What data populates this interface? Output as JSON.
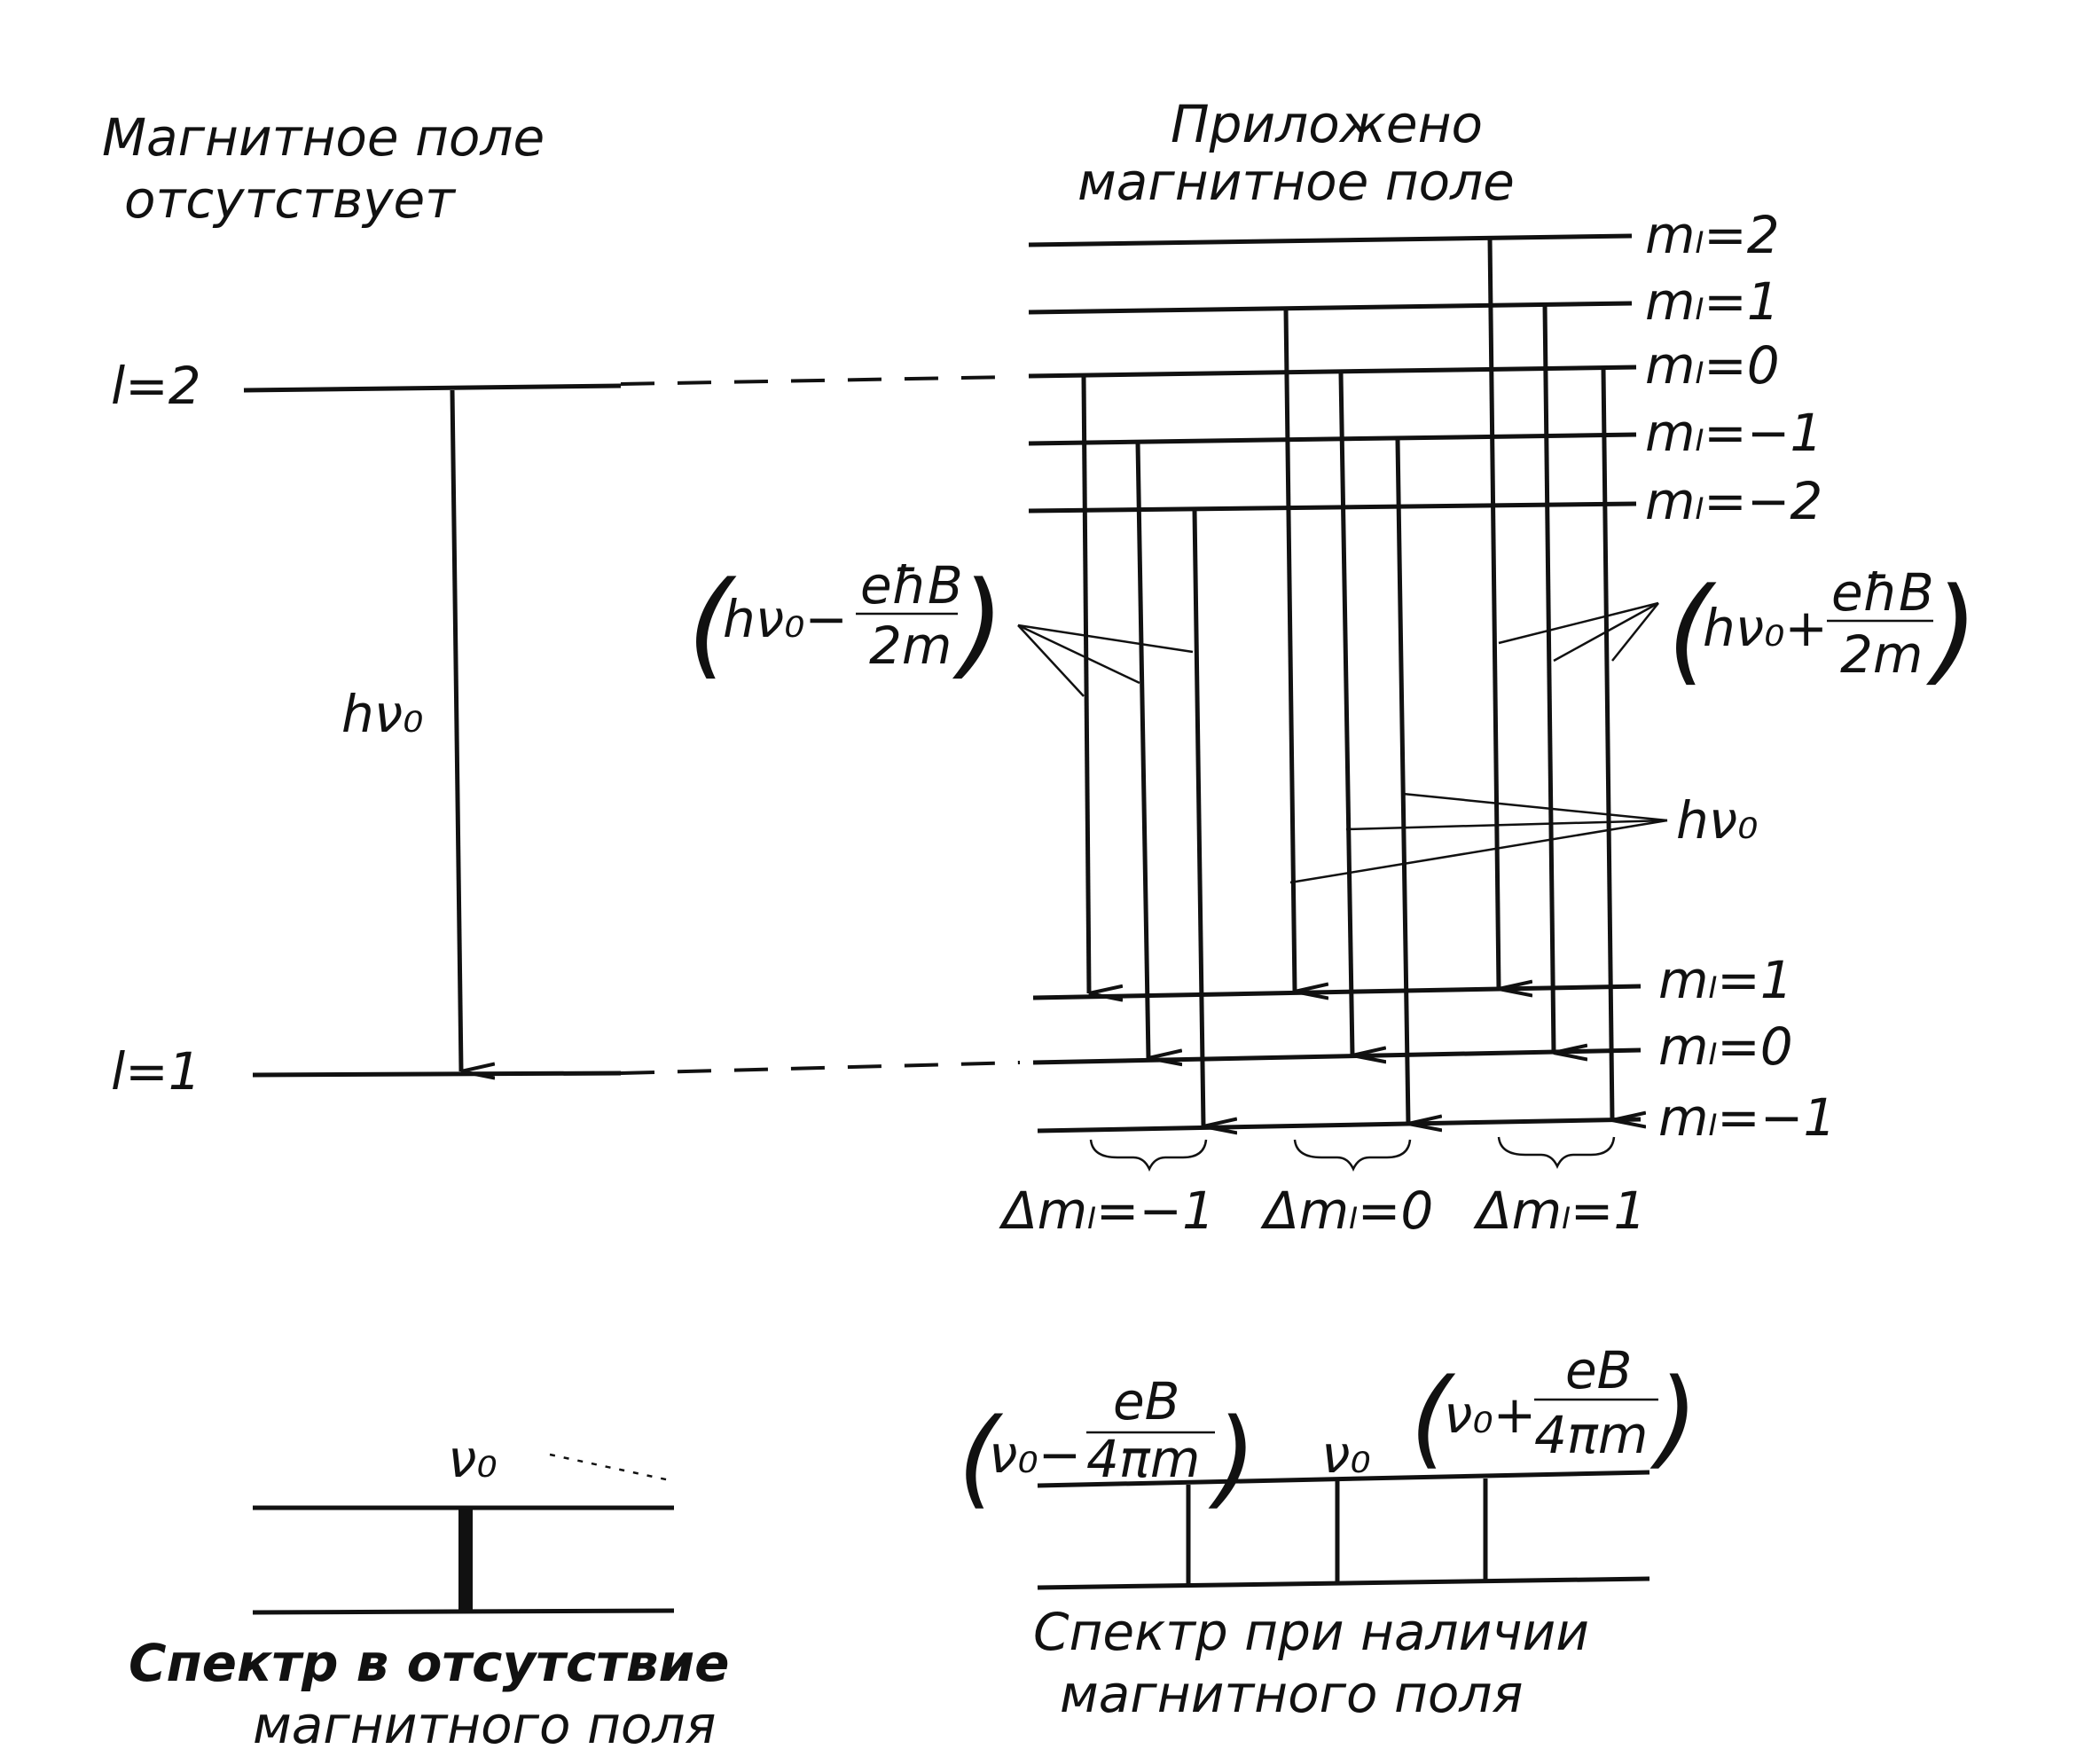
{
  "left_panel": {
    "title_line1": "Магнитное поле",
    "title_line2": "отсутствует",
    "upper_level": "l=2",
    "lower_level": "l=1",
    "transition": "hν₀"
  },
  "right_panel": {
    "title_line1": "Приложено",
    "title_line2": "магнитное поле",
    "upper_levels": [
      "mₗ=2",
      "mₗ=1",
      "mₗ=0",
      "mₗ=−1",
      "mₗ=−2"
    ],
    "lower_levels": [
      "mₗ=1",
      "mₗ=0",
      "mₗ=−1"
    ],
    "minus_label": {
      "prefix": "hν₀−",
      "num": "eħB",
      "den": "2m"
    },
    "plus_label": {
      "prefix": "hν₀+",
      "num": "eħB",
      "den": "2m"
    },
    "center_label": "hν₀",
    "groups": [
      "Δmₗ=−1",
      "Δmₗ=0",
      "Δmₗ=1"
    ]
  },
  "spectrum_no_field": {
    "line_label": "ν₀",
    "caption_line1": "Спектр в отсутствие",
    "caption_line2": "магнитного поля"
  },
  "spectrum_field": {
    "minus_label": {
      "prefix": "ν₀−",
      "num": "eB",
      "den": "4πm"
    },
    "center_label": "ν₀",
    "plus_label": {
      "prefix": "ν₀+",
      "num": "eB",
      "den": "4πm"
    },
    "caption_line1": "Спектр при наличии",
    "caption_line2": "магнитного поля"
  }
}
